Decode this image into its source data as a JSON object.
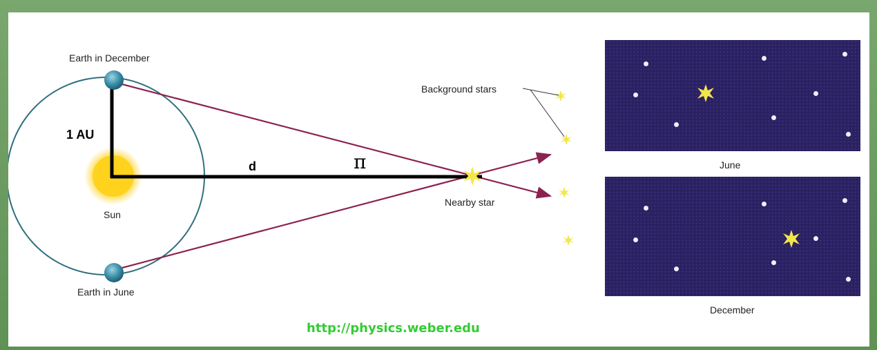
{
  "labels": {
    "earth_december": "Earth in December",
    "earth_june": "Earth in June",
    "sun": "Sun",
    "one_au": "1 AU",
    "d": "d",
    "pi": "π",
    "nearby_star": "Nearby star",
    "background_stars": "Background stars",
    "june": "June",
    "december": "December"
  },
  "source_url": "http://physics.weber.edu",
  "colors": {
    "orbit": "#2f6f7f",
    "sight_lines": "#8b2350",
    "sun": "#ffd21e",
    "star": "#f3e64b",
    "sky": "#2a2161",
    "frame": "#6e9f64",
    "url": "#33cc33"
  }
}
